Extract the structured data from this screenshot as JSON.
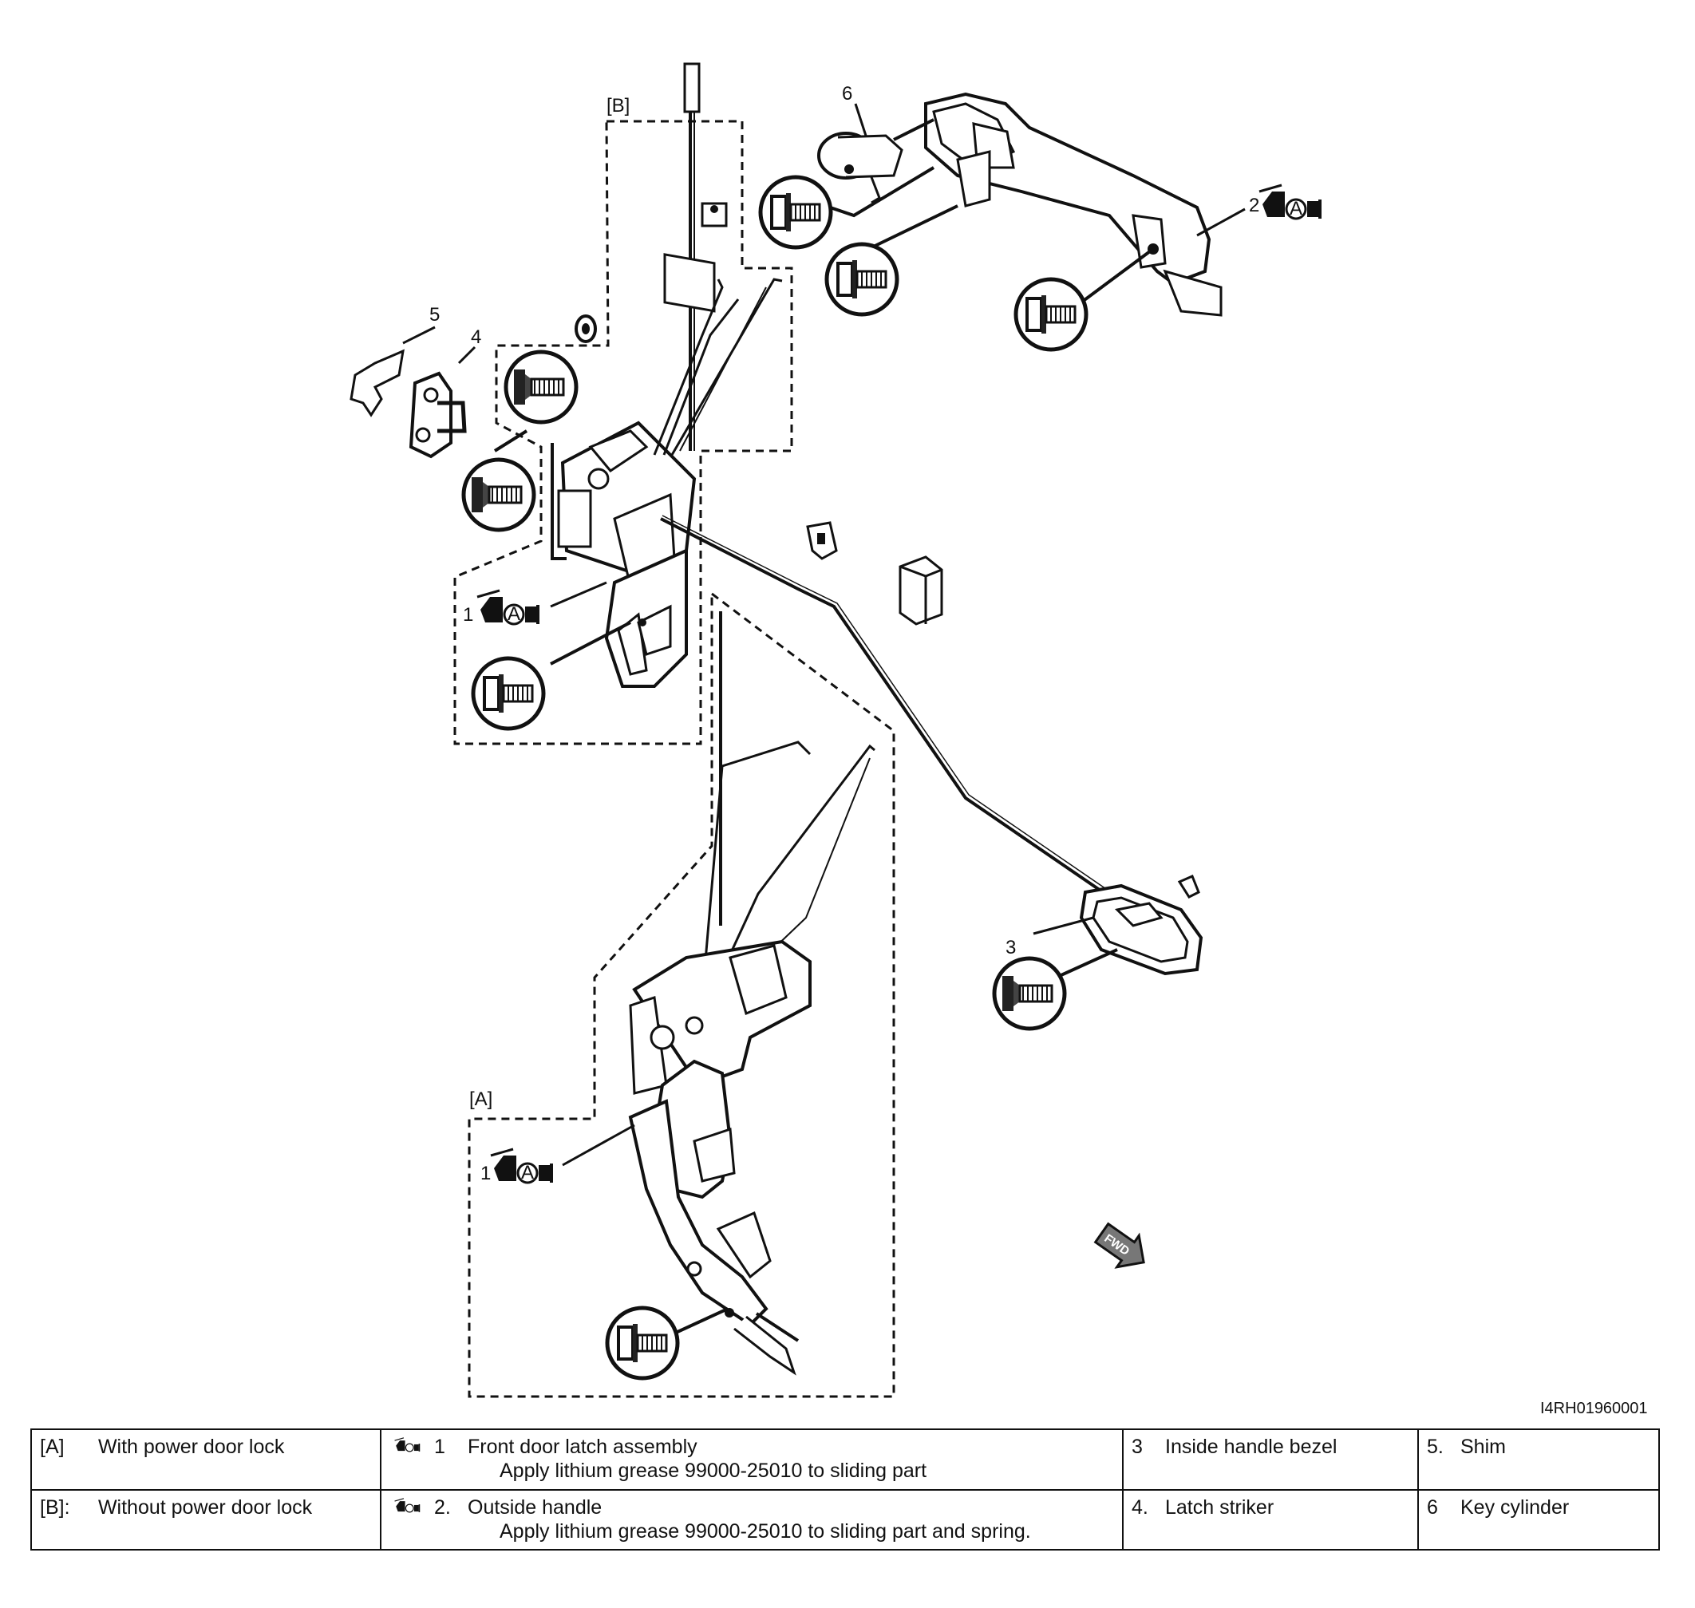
{
  "diagram": {
    "labels": {
      "group_b": "[B]",
      "group_a": "[A]",
      "n1_upper": "1",
      "n1_lower": "1",
      "n2": "2",
      "n3": "3",
      "n4": "4",
      "n5": "5",
      "n6": "6"
    },
    "grease_icon_letter": "A",
    "fwd_label": "FWD",
    "figure_code": "I4RH01960001"
  },
  "legend": {
    "rows": [
      {
        "group_tag": "[A]",
        "group_text": "With power door lock",
        "item_num": "1",
        "item_name": "Front door latch assembly",
        "item_note": "Apply lithium grease 99000-25010 to sliding part",
        "c3_num": "3",
        "c3_text": "Inside handle bezel",
        "c4_num": "5.",
        "c4_text": "Shim"
      },
      {
        "group_tag": "[B]:",
        "group_text": "Without power door lock",
        "item_num": "2.",
        "item_name": "Outside handle",
        "item_note": "Apply lithium grease 99000-25010 to sliding part and spring.",
        "c3_num": "4.",
        "c3_text": "Latch striker",
        "c4_num": "6",
        "c4_text": "Key cylinder"
      }
    ]
  },
  "colors": {
    "ink": "#111111",
    "paper": "#ffffff",
    "shade": "#9a9a9a"
  }
}
